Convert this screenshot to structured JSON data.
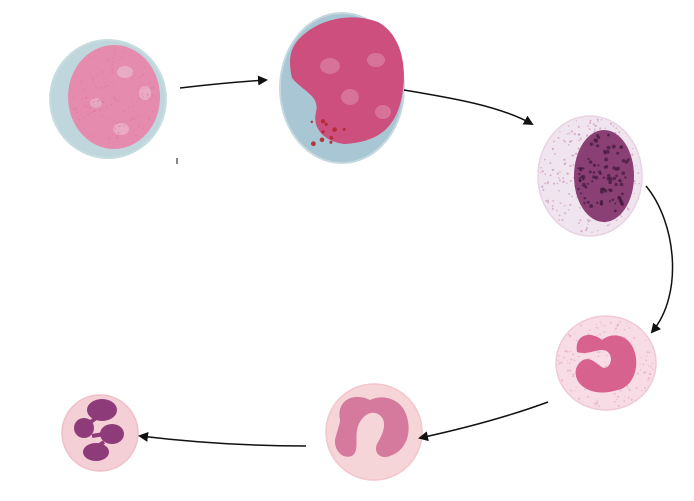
{
  "diagram": {
    "stages": [
      {
        "id": "stage-1",
        "cytoplasm_color": "#bfd6dc",
        "nucleus_color": "#e58cae"
      },
      {
        "id": "stage-2",
        "cytoplasm_color": "#a8c6d4",
        "nucleus_color": "#cc4f7d",
        "granule_color": "#b3262f"
      },
      {
        "id": "stage-3",
        "cytoplasm_color": "#f0e4ee",
        "nucleus_color": "#8a3f75",
        "granule_color": "#c98ab3"
      },
      {
        "id": "stage-4",
        "cytoplasm_color": "#f7dce6",
        "nucleus_color": "#d7628e",
        "granule_color": "#e4a1ba"
      },
      {
        "id": "stage-5",
        "cytoplasm_color": "#f6d5d8",
        "nucleus_color": "#d57a9c"
      },
      {
        "id": "stage-6",
        "cytoplasm_color": "#f4cfd6",
        "nucleus_color": "#8e3b79"
      }
    ],
    "arrow_color": "#111111",
    "arrows": [
      {
        "from": "stage-1",
        "to": "stage-2",
        "name": "arrow-1-to-2"
      },
      {
        "from": "stage-2",
        "to": "stage-3",
        "name": "arrow-2-to-3"
      },
      {
        "from": "stage-3",
        "to": "stage-4",
        "name": "arrow-3-to-4"
      },
      {
        "from": "stage-4",
        "to": "stage-5",
        "name": "arrow-4-to-5"
      },
      {
        "from": "stage-5",
        "to": "stage-6",
        "name": "arrow-5-to-6"
      }
    ]
  }
}
